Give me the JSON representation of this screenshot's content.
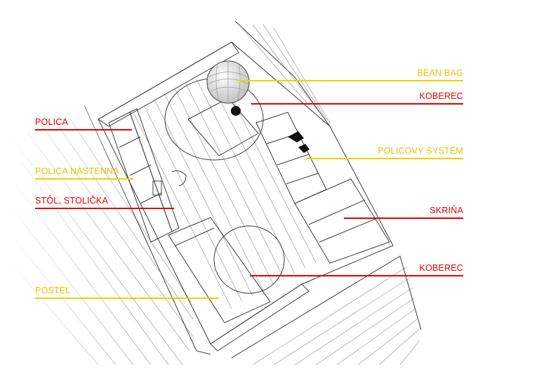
{
  "colors": {
    "yellow": "#f2cf00",
    "red": "#e60000",
    "line": "#3c3c3c"
  },
  "labels": {
    "bean_bag": "BEAN BAG",
    "koberec_top": "KOBEREC",
    "policovy_system": "POLICOVÝ SYSTÉM",
    "skrina": "SKRIŇA",
    "koberec_bottom": "KOBEREC",
    "polica": "POLICA",
    "polica_nastenna": "POLICA NÁSTENNÁ",
    "stol_stolicka": "STÔL, STOLIČKA",
    "postel": "POSTEL"
  }
}
